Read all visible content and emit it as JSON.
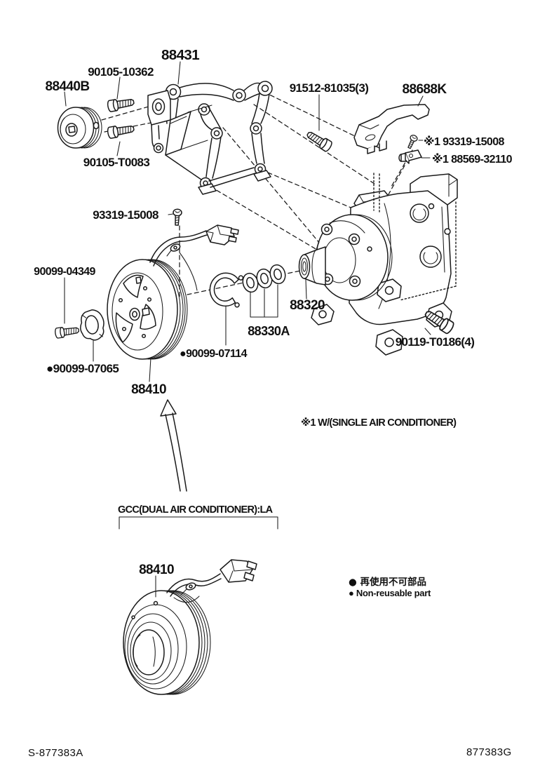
{
  "diagram": {
    "parts": {
      "bracket": "88431",
      "bolt_10362": "90105-10362",
      "idler_pulley": "88440B",
      "bolt_t0083": "90105-T0083",
      "bolt_91512": "91512-81035(3)",
      "bracket_88688k": "88688K",
      "screw_93319_right": "※1 93319-15008",
      "clamp_88569": "※1 88569-32110",
      "screw_93319": "93319-15008",
      "bolt_04349": "90099-04349",
      "compressor": "88320",
      "washer_set": "88330A",
      "snap_ring": "●90099-07114",
      "plate_07065": "●90099-07065",
      "clutch_assembly": "88410",
      "bolt_t0186": "90119-T0186(4)",
      "clutch_assembly_dual": "88410"
    },
    "notes": {
      "single_ac": "※1 W/(SINGLE AIR CONDITIONER)",
      "dual_ac": "GCC(DUAL AIR CONDITIONER):LA",
      "nonreusable_jp": "● 再使用不可部品",
      "nonreusable_en": "● Non-reusable part"
    },
    "footer": {
      "code_left": "S-877383A",
      "code_right": "877383G"
    },
    "colors": {
      "line": "#1a1a1a",
      "background": "#ffffff"
    }
  }
}
